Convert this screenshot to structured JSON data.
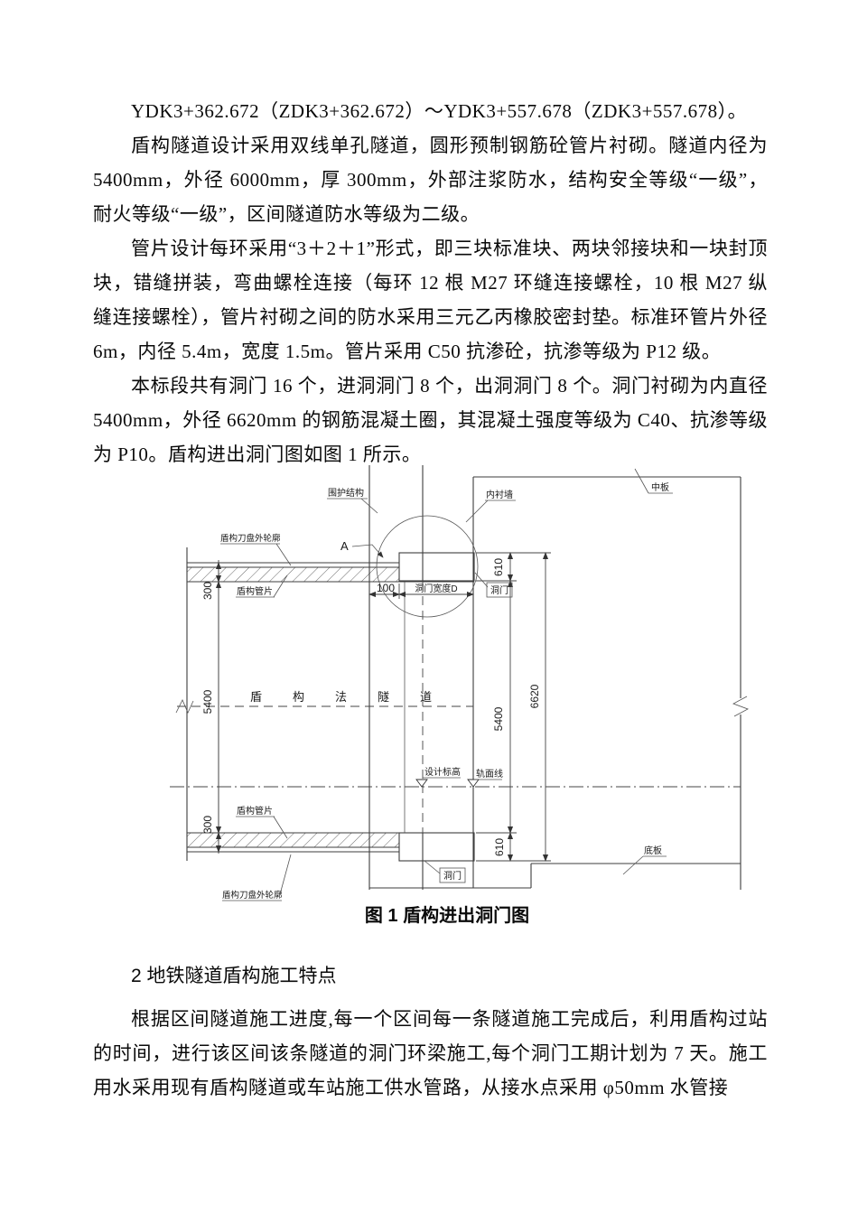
{
  "doc": {
    "paragraphs": [
      "YDK3+362.672（ZDK3+362.672）～YDK3+557.678（ZDK3+557.678）。",
      "盾构隧道设计采用双线单孔隧道，圆形预制钢筋砼管片衬砌。隧道内径为 5400mm，外径 6000mm，厚 300mm，外部注浆防水，结构安全等级“一级”，耐火等级“一级”，区间隧道防水等级为二级。",
      "管片设计每环采用“3＋2＋1”形式，即三块标准块、两块邻接块和一块封顶块，错缝拼装，弯曲螺栓连接（每环 12 根 M27 环缝连接螺栓，10 根 M27 纵缝连接螺栓），管片衬砌之间的防水采用三元乙丙橡胶密封垫。标准环管片外径 6m，内径 5.4m，宽度 1.5m。管片采用 C50 抗渗砼，抗渗等级为 P12 级。",
      "本标段共有洞门 16 个，进洞洞门 8 个，出洞洞门 8 个。洞门衬砌为内直径 5400mm，外径 6620mm 的钢筋混凝土圈，其混凝土强度等级为 C40、抗渗等级为 P10。盾构进出洞门图如图 1 所示。",
      "根据区间隧道施工进度,每一个区间每一条隧道施工完成后，利用盾构过站的时间，进行该区间该条隧道的洞门环梁施工,每个洞门工期计划为 7 天。施工用水采用现有盾构隧道或车站施工供水管路，从接水点采用 φ50mm 水管接"
    ],
    "heading": "2 地铁隧道盾构施工特点"
  },
  "figure": {
    "caption": "图 1  盾构进出洞门图",
    "labels": {
      "enclosure_structure": "围护结构",
      "inner_lining_wall": "内衬墙",
      "middle_slab": "中板",
      "shield_cutter_outline": "盾构刀盘外轮廓",
      "shield_segment": "盾构管片",
      "detail_mark": "A",
      "portal": "洞门",
      "design_elevation": "设计标高",
      "rail_surface_line": "轨面线",
      "bottom_slab": "底板",
      "shield_tunnel_axis": "盾构法隧道"
    },
    "dims": {
      "segment_thickness": "300",
      "tunnel_inner_diameter": "5400",
      "clearance": "100",
      "portal_width": "洞门宽度D",
      "ring_height": "610",
      "portal_inner_diameter": "5400",
      "portal_outer_diameter": "6620"
    }
  }
}
